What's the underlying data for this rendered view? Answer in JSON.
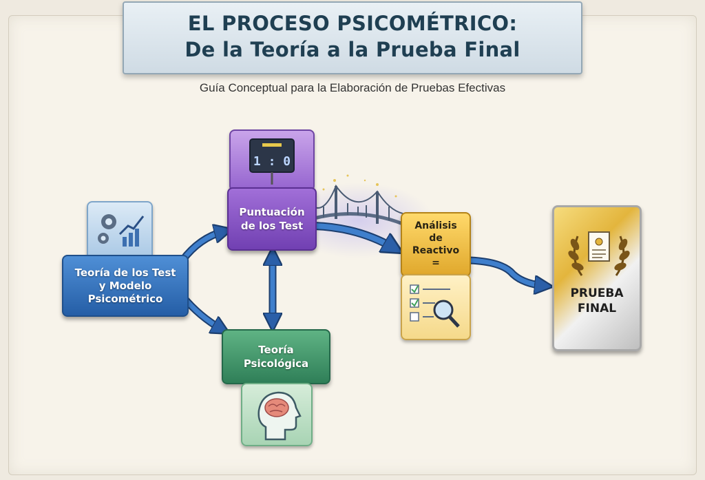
{
  "header": {
    "title_line1": "EL PROCESO PSICOMÉTRICO:",
    "title_line2": "De la Teoría a la Prueba Final",
    "subtitle": "Guía Conceptual para la Elaboración de Pruebas Efectivas"
  },
  "nodes": {
    "teoria_test": {
      "line1": "Teoría de los Test",
      "line2": "y Modelo",
      "line3": "Psicométrico"
    },
    "puntuacion": {
      "line1": "Puntuación",
      "line2": "de los Test"
    },
    "teoria_psicologica": {
      "line1": "Teoría",
      "line2": "Psicológica"
    },
    "analisis": {
      "line1": "Análisis",
      "line2": "de",
      "line3": "Reactivo",
      "line4": "="
    },
    "prueba_final": {
      "line1": "PRUEBA",
      "line2": "FINAL"
    }
  },
  "scoreboard": {
    "digits": "1 : 0"
  },
  "colors": {
    "blue": "#2f6db3",
    "purple": "#8a55c7",
    "green": "#3f9a6a",
    "gold": "#f0c040",
    "silver": "#d9d9d9",
    "arrow": "#2b5fa8"
  }
}
